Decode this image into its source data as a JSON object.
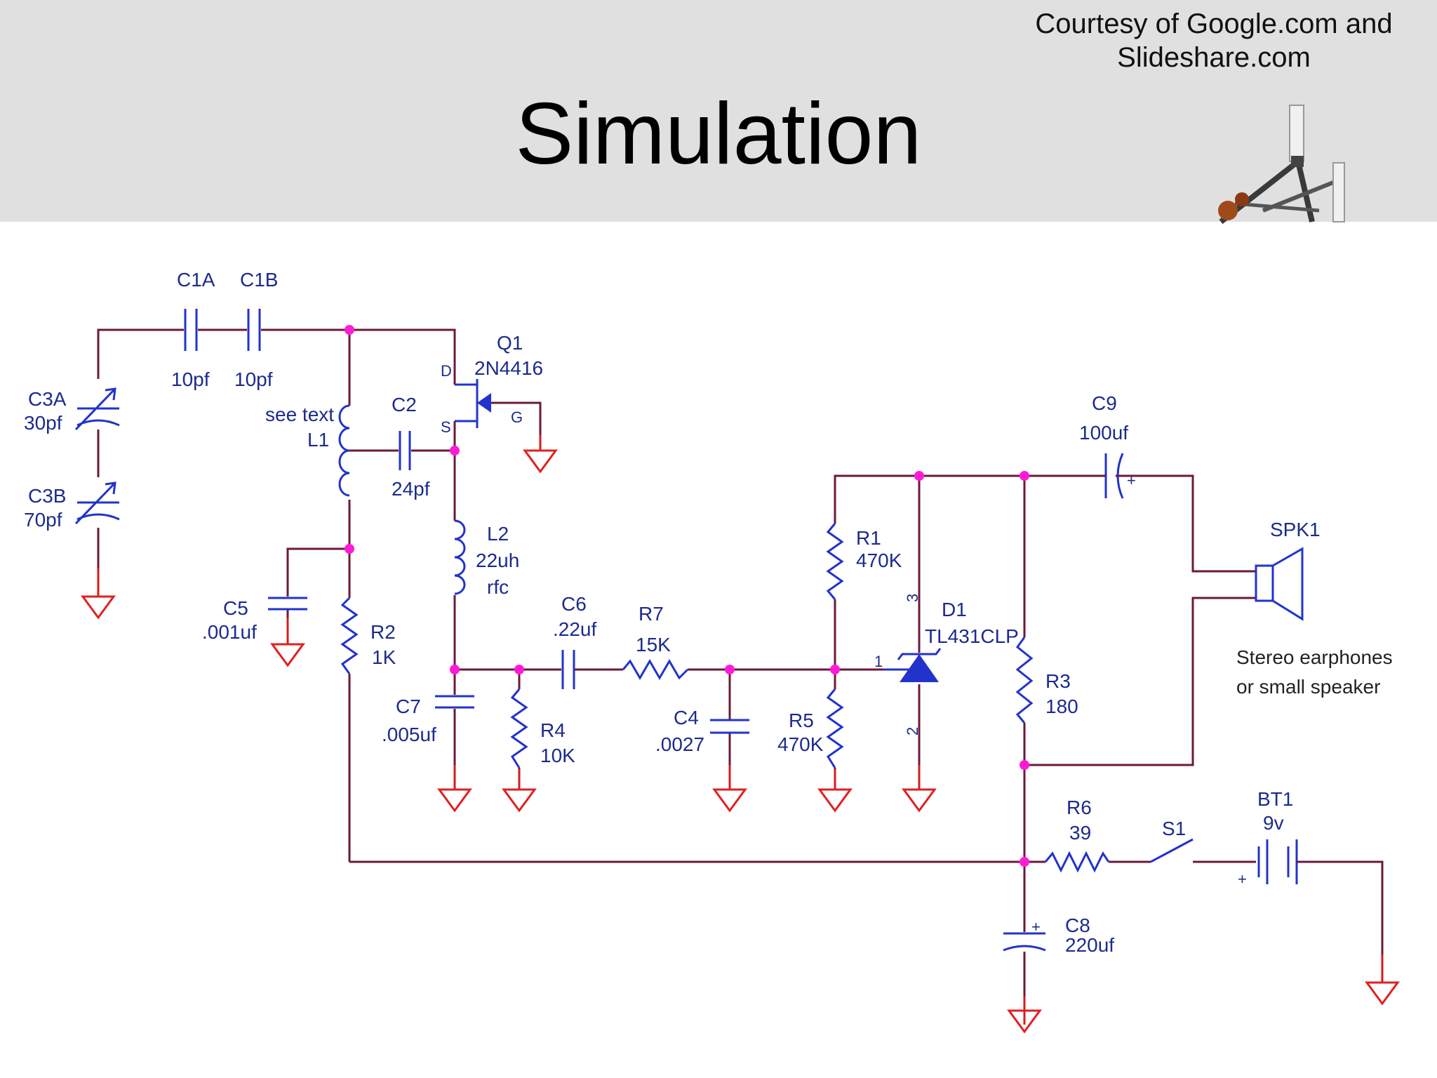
{
  "slide": {
    "title": "Simulation",
    "courtesy_line1": "Courtesy of Google.com and",
    "courtesy_line2": "Slideshare.com"
  },
  "components": {
    "c1a": {
      "name": "C1A",
      "value": "10pf"
    },
    "c1b": {
      "name": "C1B",
      "value": "10pf"
    },
    "c3a": {
      "name": "C3A",
      "value": "30pf"
    },
    "c3b": {
      "name": "C3B",
      "value": "70pf"
    },
    "l1": {
      "note": "see text",
      "name": "L1"
    },
    "c2": {
      "name": "C2",
      "value": "24pf"
    },
    "q1": {
      "name": "Q1",
      "value": "2N4416",
      "pin_d": "D",
      "pin_s": "S",
      "pin_g": "G"
    },
    "l2": {
      "name": "L2",
      "value": "22uh",
      "extra": "rfc"
    },
    "c5": {
      "name": "C5",
      "value": ".001uf"
    },
    "r2": {
      "name": "R2",
      "value": "1K"
    },
    "c7": {
      "name": "C7",
      "value": ".005uf"
    },
    "r4": {
      "name": "R4",
      "value": "10K"
    },
    "c6": {
      "name": "C6",
      "value": ".22uf"
    },
    "r7": {
      "name": "R7",
      "value": "15K"
    },
    "c4": {
      "name": "C4",
      "value": ".0027"
    },
    "r1": {
      "name": "R1",
      "value": "470K"
    },
    "r5": {
      "name": "R5",
      "value": "470K"
    },
    "d1": {
      "name": "D1",
      "value": "TL431CLP",
      "pin1": "1",
      "pin2": "2",
      "pin3": "3"
    },
    "c9": {
      "name": "C9",
      "value": "100uf",
      "plus": "+"
    },
    "r3": {
      "name": "R3",
      "value": "180"
    },
    "spk1": {
      "name": "SPK1",
      "note_line1": "Stereo earphones",
      "note_line2": "or small speaker"
    },
    "r6": {
      "name": "R6",
      "value": "39"
    },
    "s1": {
      "name": "S1"
    },
    "bt1": {
      "name": "BT1",
      "value": "9v",
      "plus": "+"
    },
    "c8": {
      "name": "C8",
      "value": "220uf",
      "plus": "+"
    }
  },
  "colors": {
    "header_bg": "#e0e0e0",
    "wire": "#6b1a3a",
    "ground": "#e02020",
    "component": "#2233cc",
    "node": "#ff1ad9",
    "label": "#1c2b8c"
  }
}
